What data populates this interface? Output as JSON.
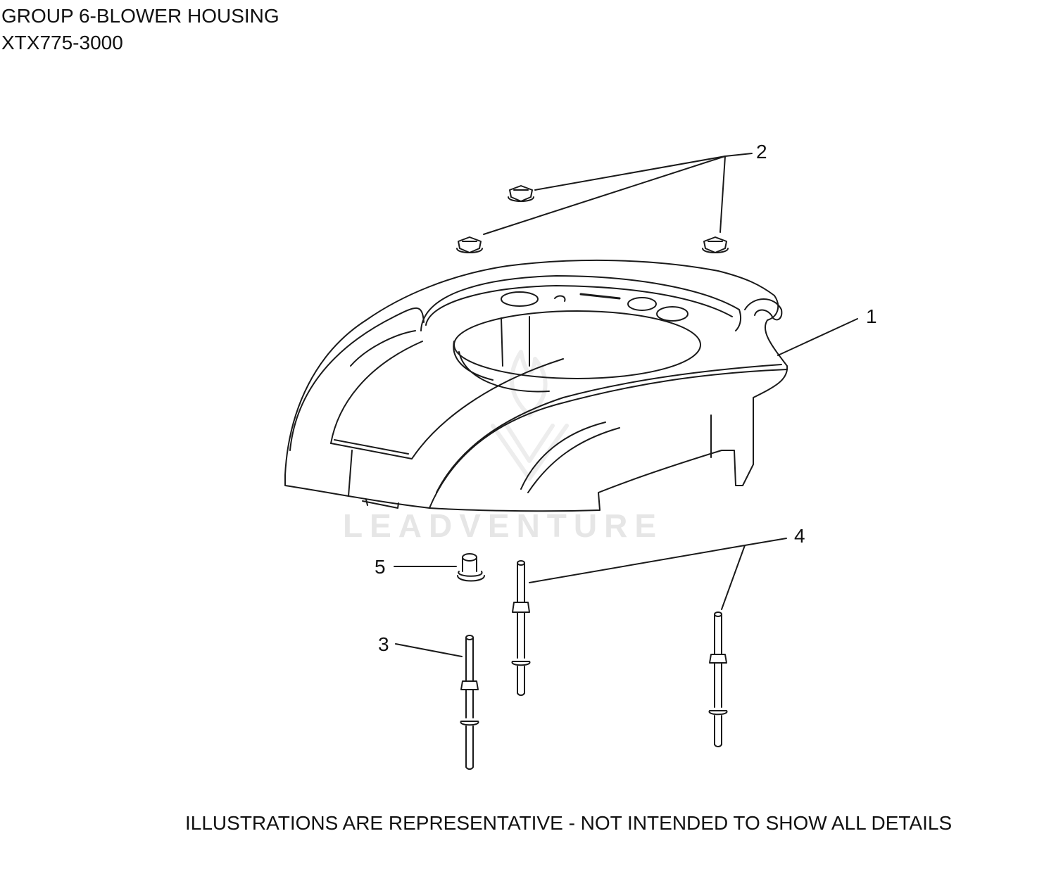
{
  "header": {
    "group_title": "GROUP 6-BLOWER HOUSING",
    "model": "XTX775-3000"
  },
  "callouts": {
    "c1": "1",
    "c2": "2",
    "c3": "3",
    "c4": "4",
    "c5": "5"
  },
  "watermark": "LEADVENTURE",
  "footer": {
    "disclaimer": "ILLUSTRATIONS ARE REPRESENTATIVE - NOT INTENDED TO SHOW ALL DETAILS"
  },
  "colors": {
    "line": "#1a1a1a",
    "watermark": "#e6e6e6"
  }
}
